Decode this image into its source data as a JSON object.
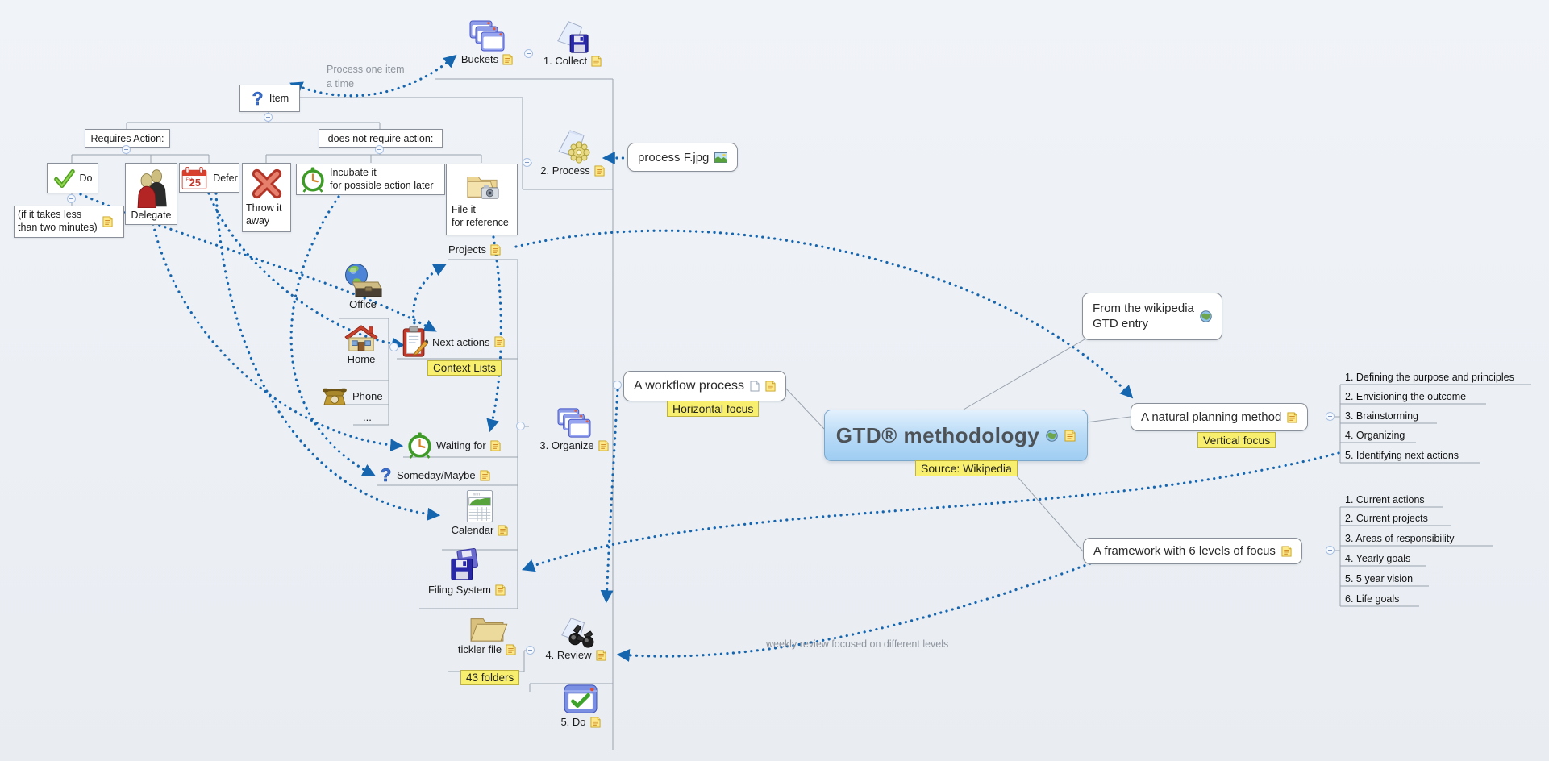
{
  "map": {
    "central": {
      "label": "GTD® methodology",
      "source_label": "Source: Wikipedia"
    },
    "steps": {
      "buckets": "Buckets",
      "collect": "1. Collect",
      "process": "2. Process",
      "organize": "3. Organize",
      "review": "4. Review",
      "do": "5. Do"
    },
    "workflow_tree": {
      "item": "Item",
      "requires_action": "Requires Action:",
      "no_action": "does not require action:",
      "do": "Do",
      "do_note_line1": "(if it takes less",
      "do_note_line2": "than two minutes)",
      "delegate": "Delegate",
      "defer": "Defer",
      "defer_day": "25",
      "throw_line1": "Throw it",
      "throw_line2": "away",
      "incubate_line1": "Incubate it",
      "incubate_line2": "for possible action later",
      "file_line1": "File it",
      "file_line2": "for reference"
    },
    "organize_tree": {
      "projects": "Projects",
      "next_actions": "Next actions",
      "context_label": "Context Lists",
      "office": "Office",
      "home": "Home",
      "phone": "Phone",
      "more": "...",
      "waiting": "Waiting for",
      "someday": "Someday/Maybe",
      "calendar": "Calendar",
      "filing": "Filing System"
    },
    "review_tree": {
      "tickler": "tickler file",
      "tickler_label": "43 folders"
    },
    "floating": {
      "process_jpg": "process F.jpg",
      "workflow": "A workflow process",
      "workflow_label": "Horizontal focus",
      "natural": "A natural planning method",
      "natural_label": "Vertical focus",
      "framework": "A framework with 6 levels of focus",
      "wikipedia_line1": "From the wikipedia",
      "wikipedia_line2": "GTD entry"
    },
    "annotations": {
      "process_one_line1": "Process one item",
      "process_one_line2": "a time",
      "weekly_review": "weekly review focused on different levels"
    },
    "planning_list": [
      "1. Defining the purpose and principles",
      "2. Envisioning the outcome",
      "3. Brainstorming",
      "4. Organizing",
      "5. Identifying next actions"
    ],
    "framework_list": [
      "1. Current actions",
      "2. Current projects",
      "3. Areas of responsibility",
      "4. Yearly goals",
      "5. 5 year vision",
      "6. Life goals"
    ],
    "icons": {
      "note": "yellow-note-icon",
      "globe": "globe-icon",
      "image": "image-thumbnail-icon",
      "page": "page-icon",
      "question": "blue-question-mark",
      "check": "green-checkmark",
      "people": "delegate-people",
      "calendar_red": "red-calendar",
      "x": "red-x",
      "clock": "green-alarm-clock",
      "folder_camera": "folder-with-camera",
      "gear_paper": "paper-with-gear",
      "windows": "window-stack",
      "floppy_paper": "paper-with-floppy",
      "floppies": "floppy-disks",
      "house": "house",
      "phone": "telephone",
      "clipboard": "clipboard-pencil",
      "calendar_chart": "calendar-chart",
      "open_folder": "open-folder",
      "binoculars": "paper-with-binoculars",
      "window_check": "window-with-checkmark"
    },
    "colors": {
      "relationship": "#1565af",
      "tree_line": "#9aa2ad",
      "label_bg": "#f8ef6e",
      "central_fill": "#bcdcf7",
      "central_border": "#7ba7cb"
    }
  }
}
